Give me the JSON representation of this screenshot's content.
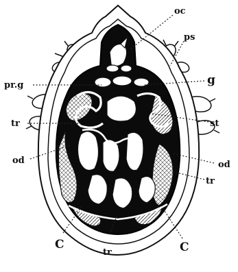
{
  "figure": {
    "labels": {
      "oc": "oc",
      "ps": "ps",
      "g": "g",
      "prg": "pr.g",
      "st": "st",
      "tr_left": "tr",
      "od_left": "od",
      "od_right": "od",
      "tr_right": "tr",
      "c_left": "C",
      "tr_bottom": "tr",
      "c_right": "C"
    }
  }
}
